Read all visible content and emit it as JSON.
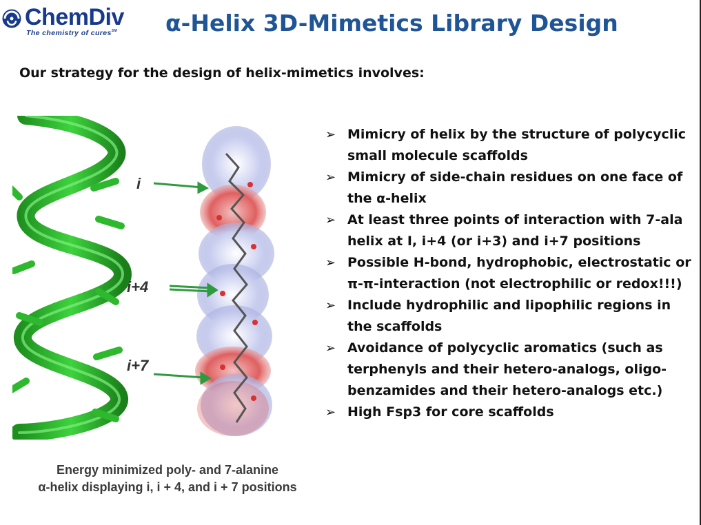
{
  "header": {
    "logo_name": "ChemDiv",
    "logo_tagline": "The chemistry of cures",
    "logo_sm": "SM",
    "title": "α-Helix 3D-Mimetics Library Design"
  },
  "intro": "Our strategy for the design of helix-mimetics involves:",
  "figure": {
    "labels": [
      "i",
      "i+4",
      "i+7"
    ],
    "caption_line1": "Energy minimized poly- and 7-alanine",
    "caption_line2": "α-helix displaying i, i + 4, and i + 7 positions",
    "colors": {
      "helix": "#2db82d",
      "arrow": "#2f9a3f",
      "surface_red": "#e06060",
      "surface_blue": "#a9b0e0"
    }
  },
  "bullets": [
    "Mimicry of helix by the structure of polycyclic small molecule scaffolds",
    "Mimicry of side-chain residues on one face of the α-helix",
    "At least three points of interaction with 7-ala helix at I, i+4 (or i+3) and i+7 positions",
    "Possible H-bond, hydrophobic, electrostatic or π-π-interaction (not electrophilic or redox!!!)",
    "Include hydrophilic and lipophilic regions in the scaffolds",
    "Avoidance of polycyclic aromatics (such as terphenyls and their hetero-analogs, oligo-benzamides and their hetero-analogs etc.)",
    "High Fsp3 for core scaffolds"
  ],
  "bullet_icon": "arrowhead-bullet-icon"
}
